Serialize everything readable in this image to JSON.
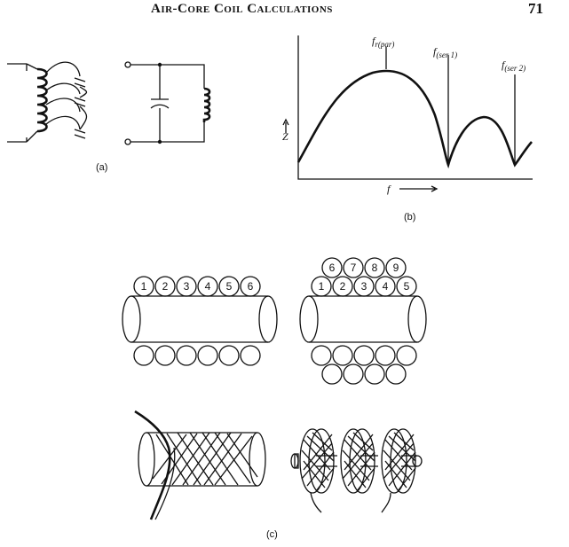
{
  "header": {
    "title": "Air-Core Coil Calculations",
    "page_number": "71"
  },
  "figure_a": {
    "label": "(a)"
  },
  "figure_b": {
    "label": "(b)",
    "y_axis": "Z",
    "x_axis": "f",
    "peak_label": {
      "base": "f",
      "sub": "r(par)"
    },
    "series1_label": {
      "base": "f",
      "sub": "(ser 1)"
    },
    "series2_label": {
      "base": "f",
      "sub": "(ser 2)"
    }
  },
  "figure_c": {
    "label": "(c)",
    "single_layer_turns": [
      "1",
      "2",
      "3",
      "4",
      "5",
      "6"
    ],
    "double_layer_bottom": [
      "1",
      "2",
      "3",
      "4",
      "5"
    ],
    "double_layer_top": [
      "6",
      "7",
      "8",
      "9"
    ]
  }
}
